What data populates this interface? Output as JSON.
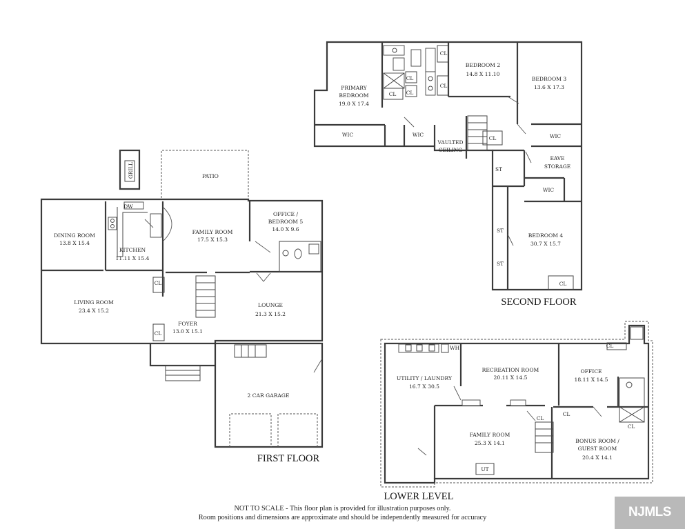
{
  "floors": {
    "first": "FIRST FLOOR",
    "second": "SECOND FLOOR",
    "lower": "LOWER LEVEL"
  },
  "first_floor": {
    "grill": "GRILL",
    "patio": "PATIO",
    "dining_room": {
      "name": "DINING ROOM",
      "dims": "13.8 X 15.4"
    },
    "kitchen": {
      "name": "KITCHEN",
      "dims": "11.11 X 15.4"
    },
    "dw": "DW",
    "family_room": {
      "name": "FAMILY ROOM",
      "dims": "17.5 X 15.3"
    },
    "office": {
      "line1": "OFFICE /",
      "line2": "BEDROOM 5",
      "dims": "14.0 X 9.6"
    },
    "living_room": {
      "name": "LIVING ROOM",
      "dims": "23.4 X 15.2"
    },
    "lounge": {
      "name": "LOUNGE",
      "dims": "21.3 X 15.2"
    },
    "foyer": {
      "name": "FOYER",
      "dims": "13.0 X 15.1"
    },
    "closet_a": "CL",
    "closet_b": "CL",
    "garage": "2 CAR GARAGE"
  },
  "second_floor": {
    "primary": {
      "line1": "PRIMARY",
      "line2": "BEDROOM",
      "dims": "19.0 X 17.4"
    },
    "bedroom2": {
      "name": "BEDROOM 2",
      "dims": "14.8 X 11.10"
    },
    "bedroom3": {
      "name": "BEDROOM 3",
      "dims": "13.6 X 17.3"
    },
    "bedroom4": {
      "name": "BEDROOM 4",
      "dims": "30.7 X 15.7"
    },
    "wic_primary_a": "WIC",
    "wic_primary_b": "WIC",
    "wic_b3": "WIC",
    "wic_b4": "WIC",
    "vaulted": {
      "line1": "VAULTED",
      "line2": "CEILING"
    },
    "eave": {
      "line1": "EAVE",
      "line2": "STORAGE"
    },
    "cl_bath": "CL",
    "cl_hall_a": "CL",
    "cl_hall_b": "CL",
    "cl_b2": "CL",
    "cl_b2b": "CL",
    "cl_stair": "CL",
    "cl_b4": "CL",
    "st_a": "ST",
    "st_b": "ST",
    "st_c": "ST"
  },
  "lower_level": {
    "utility": {
      "name": "UTILITY / LAUNDRY",
      "dims": "16.7 X 30.5"
    },
    "recreation": {
      "name": "RECREATION ROOM",
      "dims": "20.11 X 14.5"
    },
    "office": {
      "name": "OFFICE",
      "dims": "18.11 X 14.5"
    },
    "family": {
      "name": "FAMILY ROOM",
      "dims": "25.3 X 14.1"
    },
    "bonus": {
      "line1": "BONUS ROOM /",
      "line2": "GUEST ROOM",
      "dims": "20.4 X 14.1"
    },
    "wh": "WH",
    "ut": "UT",
    "cl_a": "CL",
    "cl_b": "CL",
    "cl_c": "CL",
    "cl_d": "CL"
  },
  "footer": {
    "line1": "NOT TO SCALE - This floor plan is provided for illustration purposes only.",
    "line2": "Room positions and dimensions are approximate and should be independently measured for accuracy"
  },
  "logo": "NJMLS"
}
